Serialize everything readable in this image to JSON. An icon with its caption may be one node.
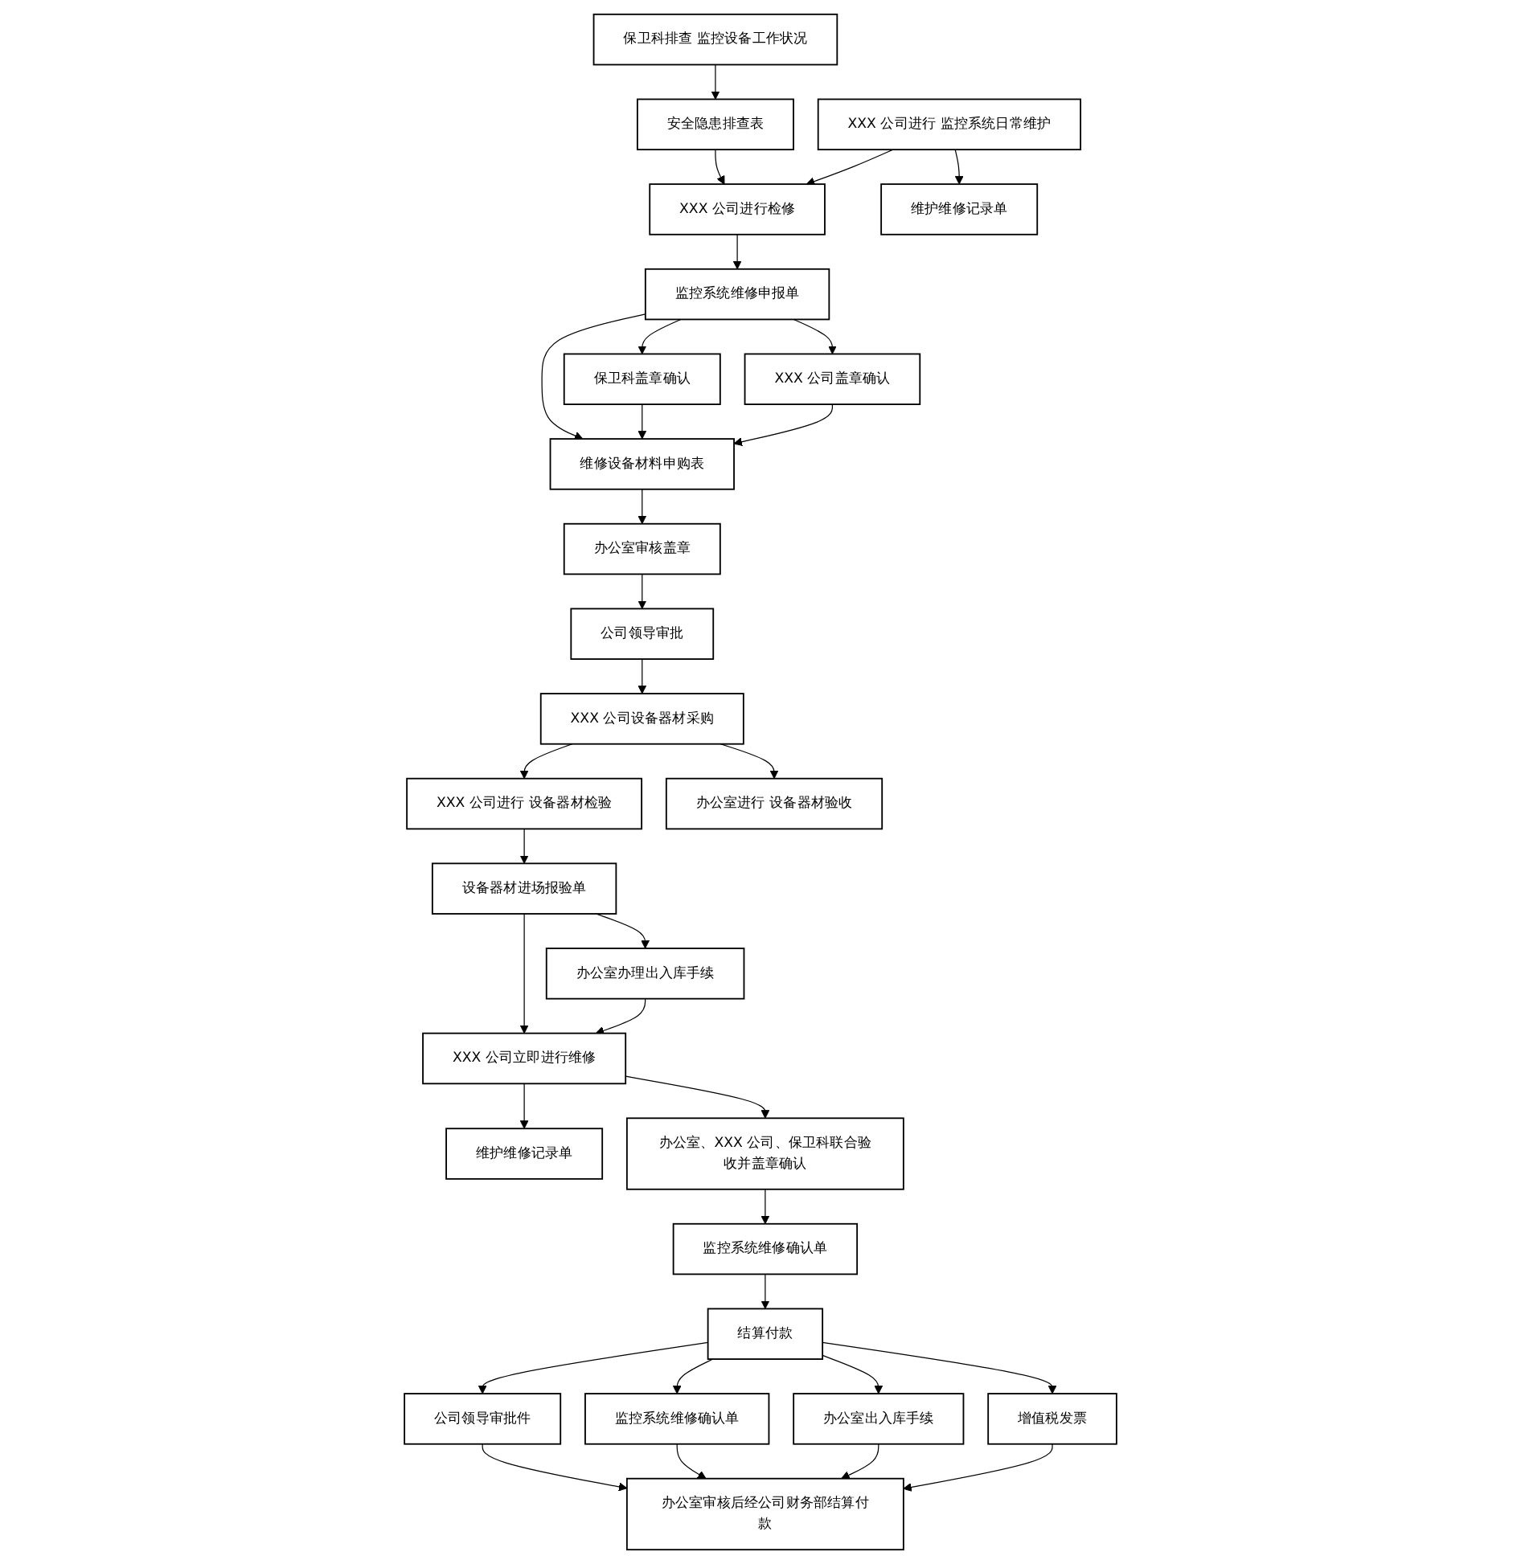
{
  "diagram": {
    "nodes": [
      {
        "text": [
          "保卫科排查 监控设备工作状况"
        ]
      },
      {
        "text": [
          "XXX 公司进行 监控系统日常维护"
        ]
      },
      {
        "text": [
          "安全隐患排查表"
        ]
      },
      {
        "text": [
          "XXX 公司进行检修"
        ]
      },
      {
        "text": [
          "维护维修记录单"
        ]
      },
      {
        "text": [
          "监控系统维修申报单"
        ]
      },
      {
        "text": [
          "保卫科盖章确认"
        ]
      },
      {
        "text": [
          "维修设备材料申购表"
        ]
      },
      {
        "text": [
          "XXX 公司盖章确认"
        ]
      },
      {
        "text": [
          "办公室审核盖章"
        ]
      },
      {
        "text": [
          "公司领导审批"
        ]
      },
      {
        "text": [
          "XXX 公司设备器材采购"
        ]
      },
      {
        "text": [
          "XXX 公司进行 设备器材检验"
        ]
      },
      {
        "text": [
          "设备器材进场报验单"
        ]
      },
      {
        "text": [
          "办公室进行 设备器材验收"
        ]
      },
      {
        "text": [
          "办公室办理出入库手续"
        ]
      },
      {
        "text": [
          "XXX 公司立即进行维修"
        ]
      },
      {
        "text": [
          "维护维修记录单"
        ]
      },
      {
        "text": [
          "办公室、XXX 公司、保卫科联合验收并盖章确认"
        ]
      },
      {
        "text": [
          "监控系统维修确认单"
        ]
      },
      {
        "text": [
          "结算付款"
        ]
      },
      {
        "text": [
          "公司领导审批件"
        ]
      },
      {
        "text": [
          "监控系统维修确认单"
        ]
      },
      {
        "text": [
          "办公室出入库手续"
        ]
      },
      {
        "text": [
          "增值税发票"
        ]
      },
      {
        "text": [
          "办公室审核后经公司财务部结算付款"
        ]
      }
    ],
    "edges": [
      {
        "from": 0,
        "to": 2,
        "arrow": "to"
      },
      {
        "from": 2,
        "to": 3,
        "arrow": "to"
      },
      {
        "from": 1,
        "to": 3,
        "arrow": "to"
      },
      {
        "from": 1,
        "to": 4,
        "arrow": "to"
      },
      {
        "from": 3,
        "to": 5,
        "arrow": "to"
      },
      {
        "from": 5,
        "to": 6,
        "arrow": "to"
      },
      {
        "from": 5,
        "to": 7,
        "arrow": "to"
      },
      {
        "from": 5,
        "to": 8,
        "arrow": "to"
      },
      {
        "from": 6,
        "to": 7,
        "arrow": "to"
      },
      {
        "from": 8,
        "to": 7,
        "arrow": "to"
      },
      {
        "from": 7,
        "to": 9,
        "arrow": "to"
      },
      {
        "from": 9,
        "to": 10,
        "arrow": "to"
      },
      {
        "from": 10,
        "to": 11,
        "arrow": "to"
      },
      {
        "from": 11,
        "to": 12,
        "arrow": "to"
      },
      {
        "from": 11,
        "to": 14,
        "arrow": "to"
      },
      {
        "from": 12,
        "to": 13,
        "arrow": "to"
      },
      {
        "from": 13,
        "to": 15,
        "arrow": "to"
      },
      {
        "from": 13,
        "to": 16,
        "arrow": "to"
      },
      {
        "from": 15,
        "to": 16,
        "arrow": "to"
      },
      {
        "from": 16,
        "to": 17,
        "arrow": "to"
      },
      {
        "from": 16,
        "to": 18,
        "arrow": "to"
      },
      {
        "from": 18,
        "to": 19,
        "arrow": "to"
      },
      {
        "from": 19,
        "to": 20,
        "arrow": "to"
      },
      {
        "from": 20,
        "to": 21,
        "arrow": "to"
      },
      {
        "from": 20,
        "to": 22,
        "arrow": "to"
      },
      {
        "from": 20,
        "to": 23,
        "arrow": "to"
      },
      {
        "from": 20,
        "to": 24,
        "arrow": "to"
      },
      {
        "from": 21,
        "to": 25,
        "arrow": "to"
      },
      {
        "from": 22,
        "to": 25,
        "arrow": "to"
      },
      {
        "from": 23,
        "to": 25,
        "arrow": "to"
      },
      {
        "from": 24,
        "to": 25,
        "arrow": "to"
      }
    ]
  }
}
